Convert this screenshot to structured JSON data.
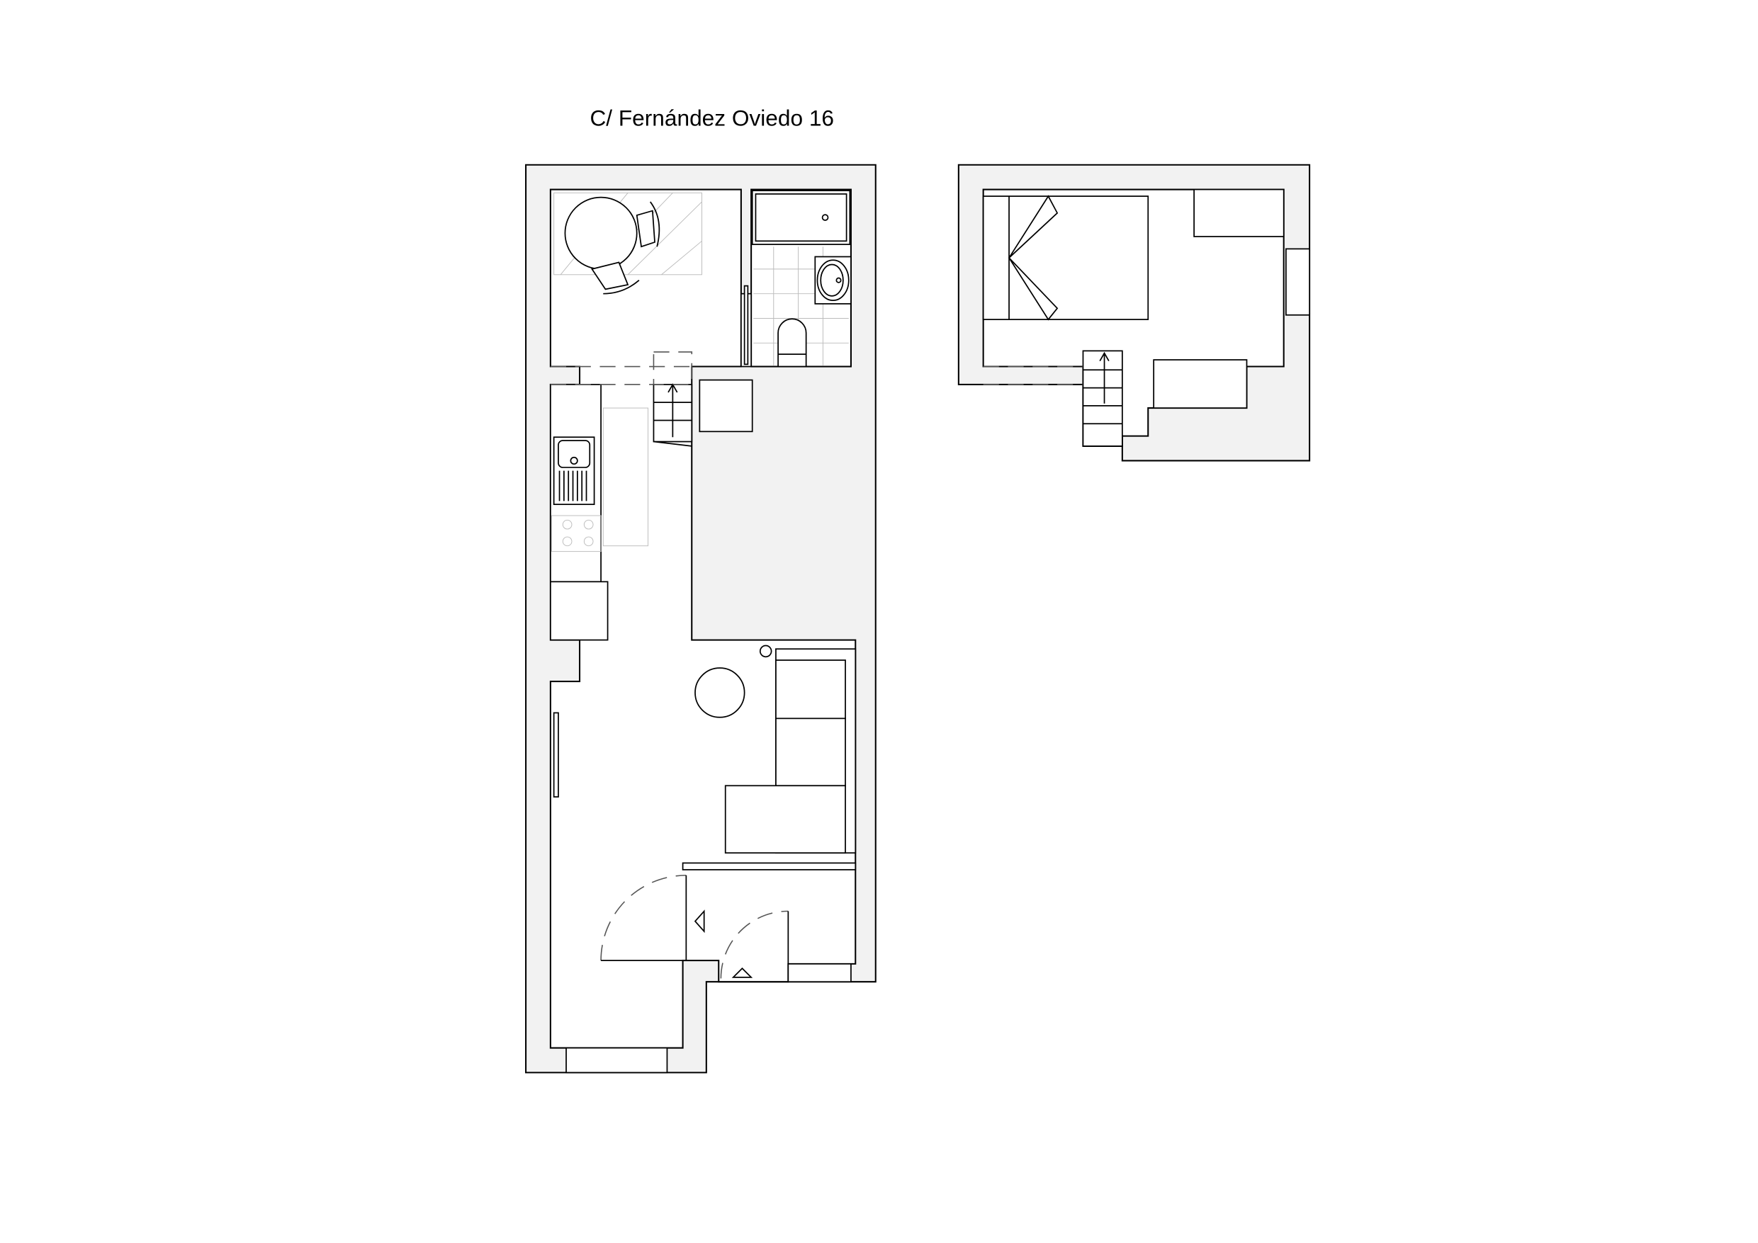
{
  "title": "C/ Fernández Oviedo 16",
  "colors": {
    "wall_fill": "#f2f2f2",
    "line": "#000000",
    "room": "#ffffff"
  },
  "floors": [
    {
      "name": "ground-floor",
      "fixtures": [
        "dining-table",
        "chairs",
        "bathtub",
        "washbasin",
        "toilet",
        "kitchen-sink",
        "hob",
        "fridge",
        "staircase",
        "sofa",
        "coffee-table",
        "entrance-doors"
      ]
    },
    {
      "name": "upper-floor",
      "fixtures": [
        "double-bed",
        "wardrobe",
        "staircase",
        "cabinet",
        "window"
      ]
    }
  ]
}
